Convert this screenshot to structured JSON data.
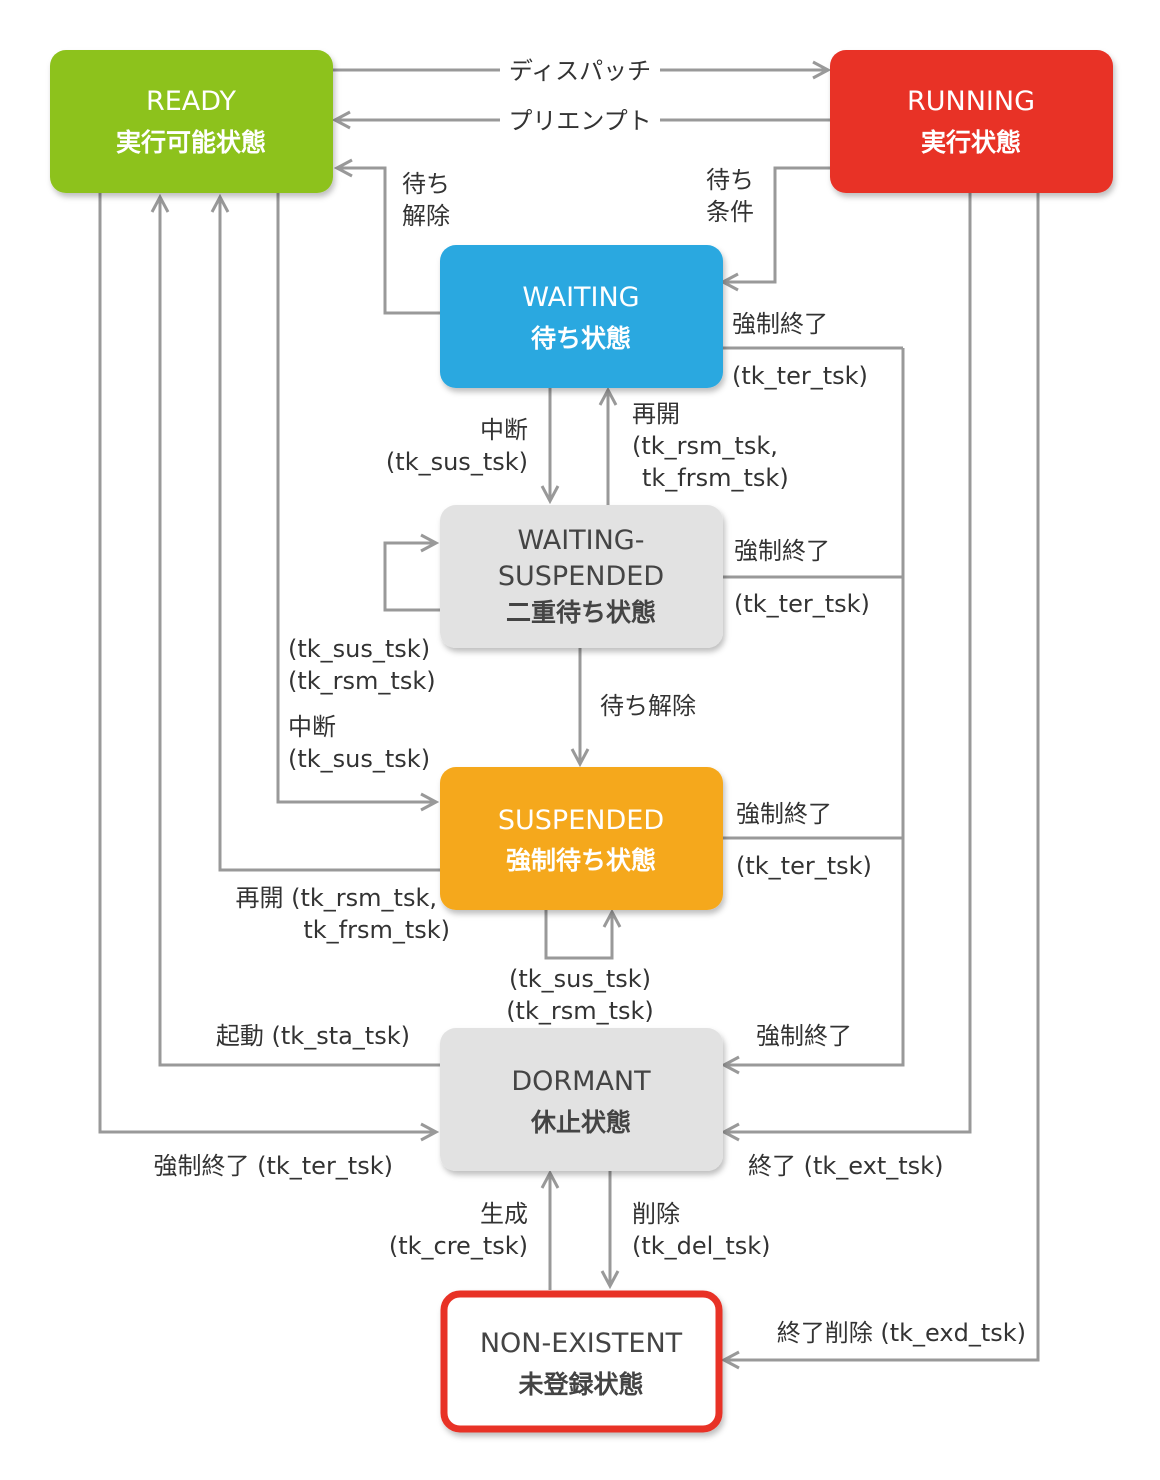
{
  "colors": {
    "ready": "#8dc21f",
    "running": "#e83228",
    "waiting": "#29a8e0",
    "waiting_suspended": "#e2e2e2",
    "suspended": "#f5a81c",
    "dormant": "#e2e2e2",
    "non_existent_border": "#e83228",
    "arrow": "#999999"
  },
  "states": {
    "ready": {
      "en": "READY",
      "jp": "実行可能状態"
    },
    "running": {
      "en": "RUNNING",
      "jp": "実行状態"
    },
    "waiting": {
      "en": "WAITING",
      "jp": "待ち状態"
    },
    "waiting_suspended": {
      "en1": "WAITING-",
      "en2": "SUSPENDED",
      "jp": "二重待ち状態"
    },
    "suspended": {
      "en": "SUSPENDED",
      "jp": "強制待ち状態"
    },
    "dormant": {
      "en": "DORMANT",
      "jp": "休止状態"
    },
    "non_existent": {
      "en": "NON-EXISTENT",
      "jp": "未登録状態"
    }
  },
  "transitions": {
    "dispatch": "ディスパッチ",
    "preempt": "プリエンプト",
    "wait_release_1": "待ち",
    "wait_release_2": "解除",
    "wait_cond_1": "待ち",
    "wait_cond_2": "条件",
    "suspend_waiting_1": "中断",
    "suspend_waiting_2": "(tk_sus_tsk)",
    "resume_waiting_1": "再開",
    "resume_waiting_2": "(tk_rsm_tsk,",
    "resume_waiting_3": "tk_frsm_tsk)",
    "terminate_waiting_1": "強制終了",
    "terminate_waiting_2": "(tk_ter_tsk)",
    "terminate_ws_1": "強制終了",
    "terminate_ws_2": "(tk_ter_tsk)",
    "ws_self_1": "(tk_sus_tsk)",
    "ws_self_2": "(tk_rsm_tsk)",
    "suspend_ready_1": "中断",
    "suspend_ready_2": "(tk_sus_tsk)",
    "ws_release": "待ち解除",
    "terminate_susp_1": "強制終了",
    "terminate_susp_2": "(tk_ter_tsk)",
    "resume_ready_1": "再開 (tk_rsm_tsk,",
    "resume_ready_2": "tk_frsm_tsk)",
    "susp_self_1": "(tk_sus_tsk)",
    "susp_self_2": "(tk_rsm_tsk)",
    "start": "起動 (tk_sta_tsk)",
    "terminate_dormant": "強制終了",
    "terminate_ready": "強制終了 (tk_ter_tsk)",
    "exit": "終了 (tk_ext_tsk)",
    "create_1": "生成",
    "create_2": "(tk_cre_tsk)",
    "delete_1": "削除",
    "delete_2": "(tk_del_tsk)",
    "exit_delete": "終了削除 (tk_exd_tsk)"
  }
}
